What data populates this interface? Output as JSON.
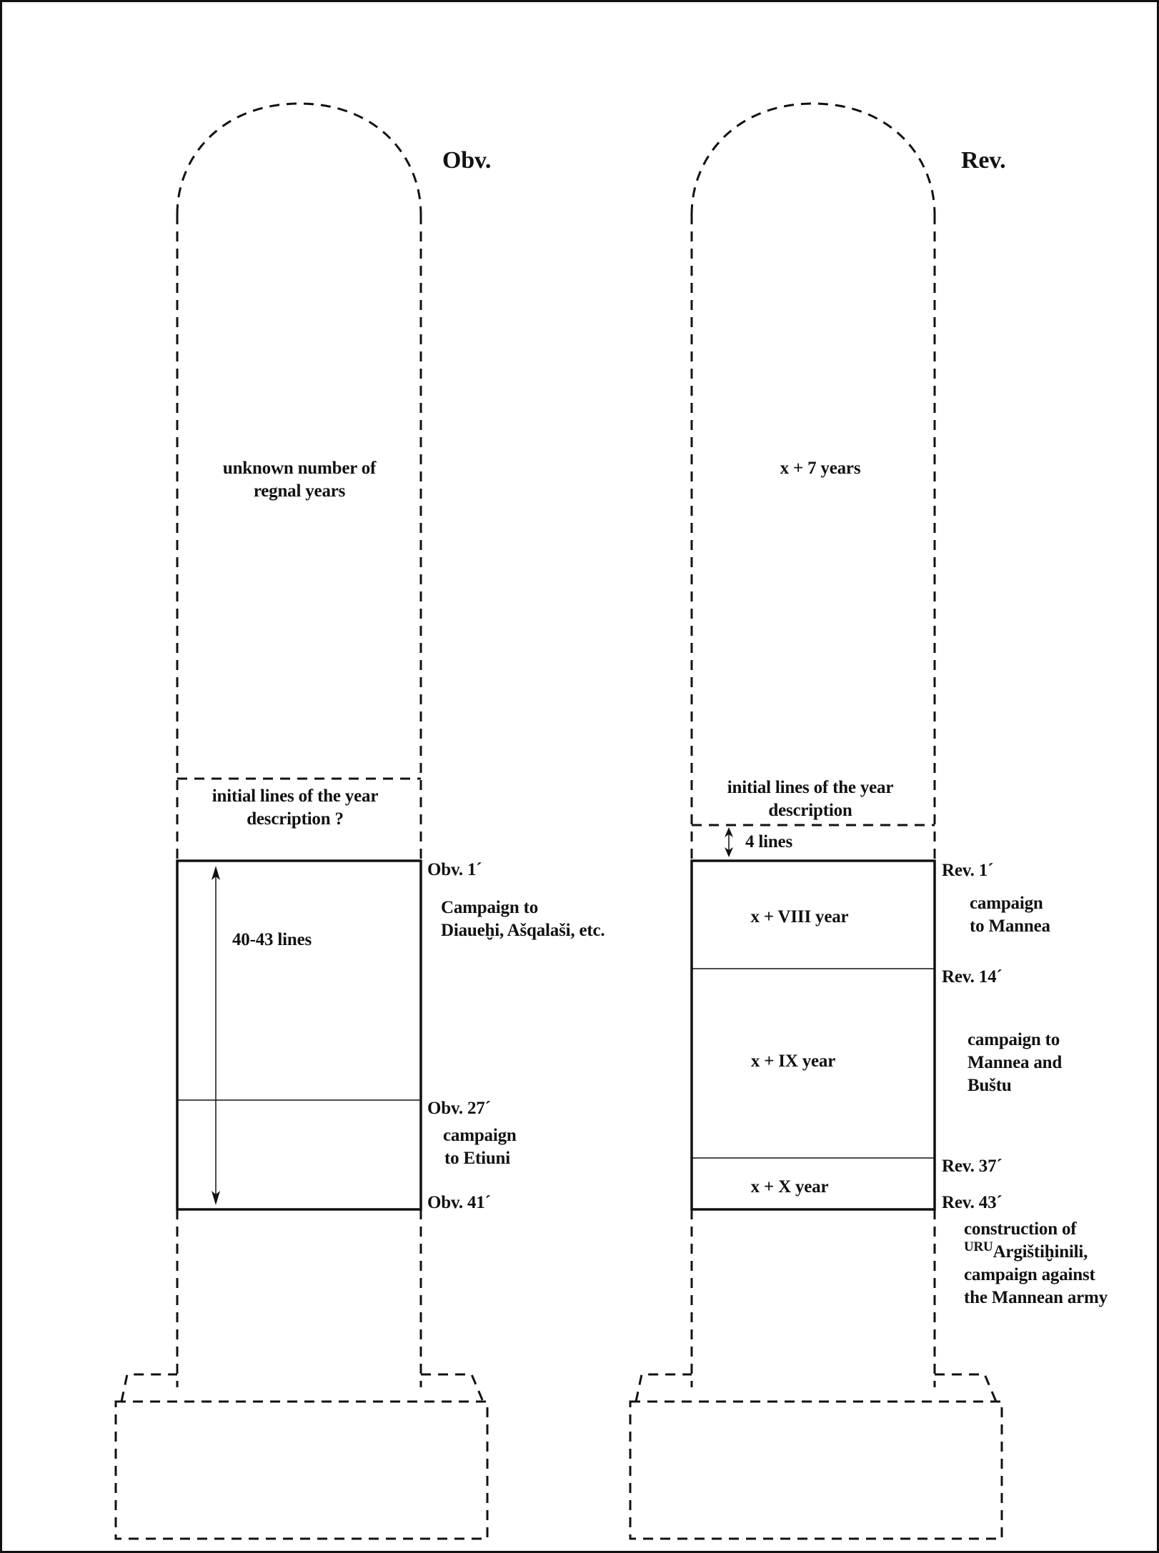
{
  "obverse": {
    "side_label": "Obv.",
    "unknown_years": [
      "unknown number of",
      "regnal years"
    ],
    "initial_lines": [
      "initial lines of the year",
      "description ?"
    ],
    "range_label": "40-43 lines",
    "markers": [
      "Obv. 1´",
      "Obv. 27´",
      "Obv. 41´"
    ],
    "campaign_1": [
      "Campaign to",
      "Diaueḫi, Ašqalaši, etc."
    ],
    "campaign_2": [
      "campaign",
      "to Etiuni"
    ]
  },
  "reverse": {
    "side_label": "Rev.",
    "years_text": "x + 7 years",
    "initial_lines": [
      "initial lines of the year",
      "description"
    ],
    "gap_label": "4 lines",
    "markers": [
      "Rev. 1´",
      "Rev. 14´",
      "Rev. 37´",
      "Rev. 43´"
    ],
    "year_labels": [
      "x + VIII year",
      "x + IX year",
      "x + X year"
    ],
    "campaign_1": [
      "campaign",
      "to Mannea"
    ],
    "campaign_2": [
      "campaign to",
      "Mannea and",
      "Buštu"
    ],
    "construction": {
      "line1": "construction of",
      "sup": "URU",
      "line2": "Argištiḫinili,",
      "line3": "campaign against",
      "line4": "the Mannean army"
    }
  },
  "colors": {
    "ink": "#111111",
    "background": "#ffffff"
  }
}
